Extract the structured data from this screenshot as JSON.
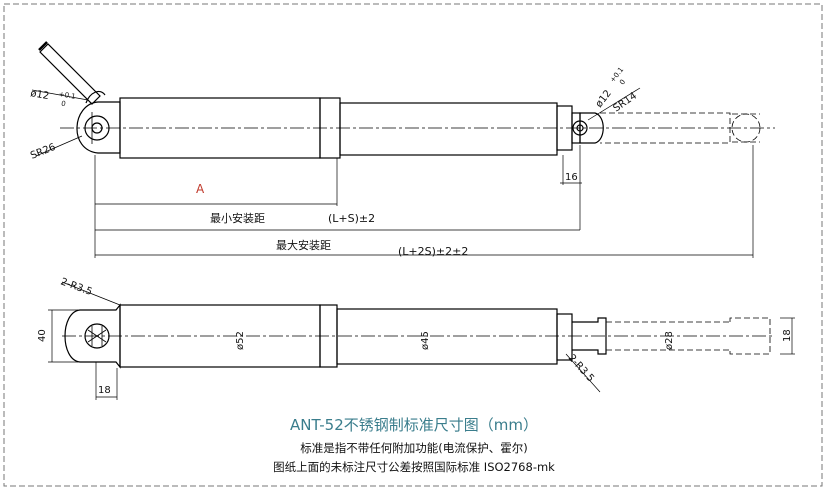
{
  "drawing": {
    "top_view": {
      "label_A": "A",
      "min_install_label": "最小安装距",
      "min_install_value": "(L+S)±2",
      "max_install_label": "最大安装距",
      "max_install_value": "(L+2S)±2±2",
      "left_hole_dia": "ø12",
      "left_hole_tol_upper": "+0.1",
      "left_hole_tol_lower": "0",
      "left_radius": "SR26",
      "right_hole_dia": "ø12",
      "right_hole_tol_upper": "+0.1",
      "right_hole_tol_lower": "0",
      "right_radius": "SR14",
      "rod_end_width": "16"
    },
    "side_view": {
      "left_chamfer": "2-R3.5",
      "right_chamfer": "2-R3.5",
      "height": "40",
      "clevis_width": "18",
      "motor_dia": "ø52",
      "tube_dia": "ø45",
      "rod_dia": "ø28",
      "rod_end_width": "18"
    }
  },
  "caption": {
    "title": "ANT-52不锈钢制标准尺寸图（mm）",
    "note1": "标准是指不带任何附加功能(电流保护、霍尔)",
    "note2": "图纸上面的未标注尺寸公差按照国际标准  ISO2768-mk"
  }
}
